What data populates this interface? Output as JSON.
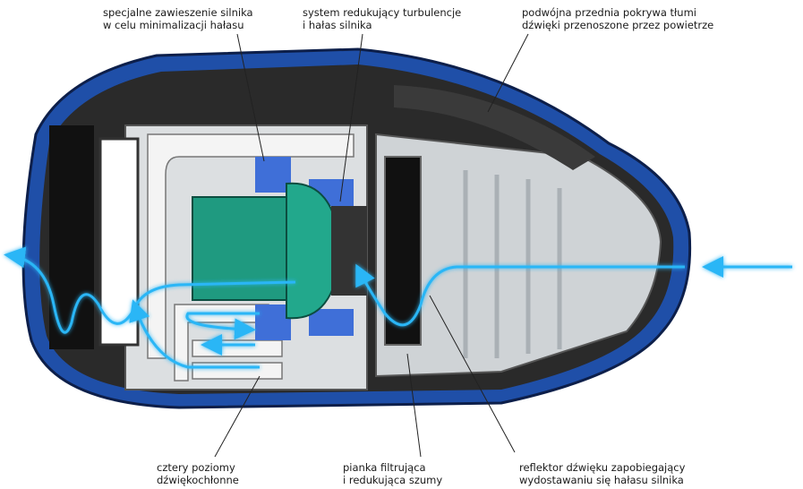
{
  "labels": {
    "motor_suspension": {
      "line1": "specjalne zawieszenie silnika",
      "line2": "w celu minimalizacji hałasu"
    },
    "turbulence_system": {
      "line1": "system redukujący turbulencje",
      "line2": "i hałas silnika"
    },
    "front_cover": {
      "line1": "podwójna przednia pokrywa tłumi",
      "line2": "dźwięki przenoszone przez powietrze"
    },
    "four_levels": {
      "line1": "cztery poziomy",
      "line2": "dźwiękochłonne"
    },
    "filter_foam": {
      "line1": "pianka filtrująca",
      "line2": "i redukująca szumy"
    },
    "sound_reflector": {
      "line1": "reflektor dźwięku zapobiegający",
      "line2": "wydostawaniu się hałasu silnika"
    }
  },
  "colors": {
    "body_blue": "#1f4fa8",
    "motor_green": "#1f9a80",
    "airflow": "#29b6f6",
    "dark": "#1e1e1e"
  }
}
